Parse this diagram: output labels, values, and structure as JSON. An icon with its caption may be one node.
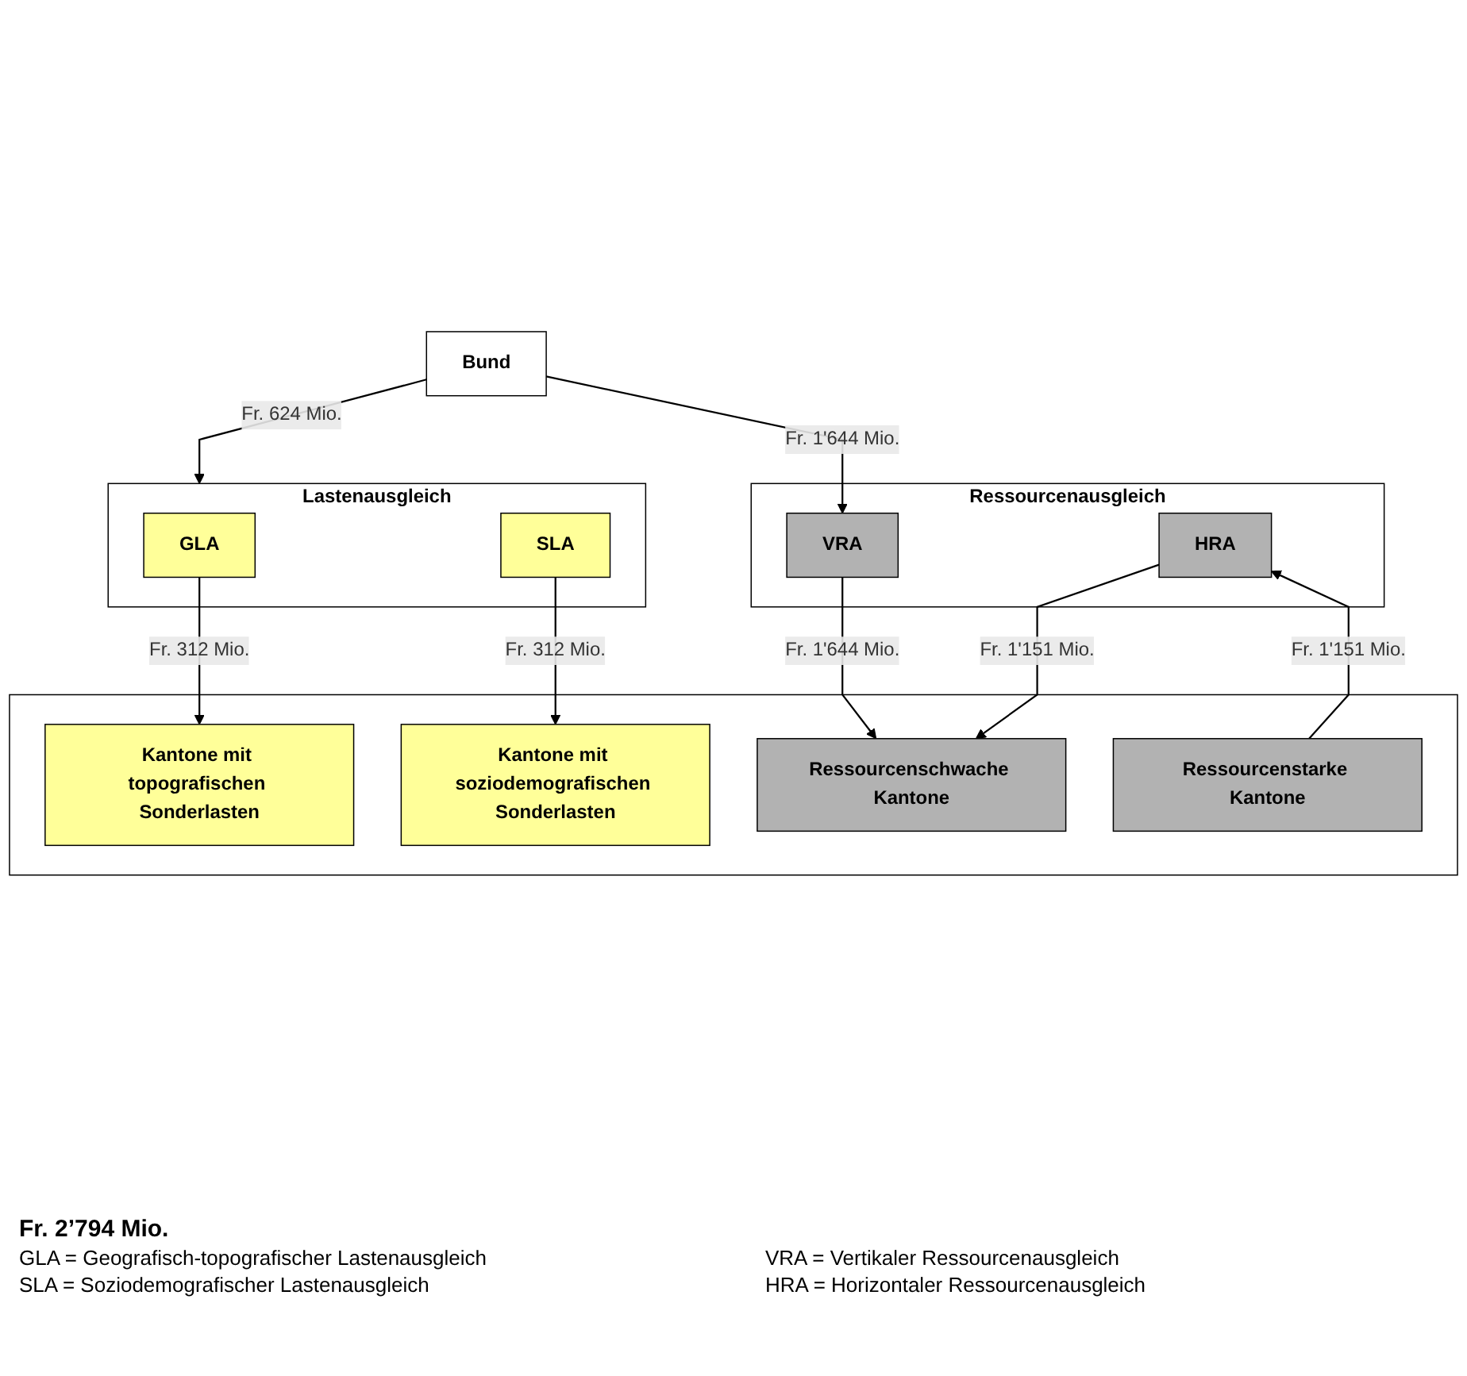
{
  "diagram": {
    "nodes": [
      {
        "text": [
          "Bund"
        ]
      },
      {
        "text": [
          "Lastenausgleich"
        ]
      },
      {
        "text": [
          "GLA"
        ],
        "in": 1
      },
      {
        "text": [
          "SLA"
        ],
        "in": 1
      },
      {
        "text": [
          "Ressourcenausgleich"
        ]
      },
      {
        "text": [
          "VRA"
        ],
        "in": 4
      },
      {
        "text": [
          "HRA"
        ],
        "in": 4
      },
      {
        "text": [],
        "shape": "box"
      },
      {
        "text": [
          "Kantone mit topografischen Sonderlasten"
        ],
        "in": 7
      },
      {
        "text": [
          "Kantone mit soziodemografischen Sonderlasten"
        ],
        "in": 7
      },
      {
        "text": [
          "Ressourcenschwache Kantone"
        ],
        "in": 7
      },
      {
        "text": [
          "Ressourcenstarke Kantone"
        ],
        "in": 7
      }
    ],
    "edges": [
      {
        "from": 0,
        "to": 1,
        "arrow": "to",
        "label": "Fr. 624 Mio."
      },
      {
        "from": 0,
        "to": 5,
        "arrow": "to",
        "label": "Fr. 1'644 Mio."
      },
      {
        "from": 2,
        "to": 8,
        "arrow": "to",
        "label": "Fr. 312 Mio."
      },
      {
        "from": 3,
        "to": 9,
        "arrow": "to",
        "label": "Fr. 312 Mio."
      },
      {
        "from": 5,
        "to": 10,
        "arrow": "to",
        "label": "Fr. 1'644 Mio."
      },
      {
        "from": 6,
        "to": 10,
        "arrow": "to",
        "label": "Fr. 1'151 Mio."
      },
      {
        "from": 11,
        "to": 6,
        "arrow": "to",
        "label": "Fr. 1'151 Mio."
      }
    ],
    "labels": [
      "Fr. 2’794 Mio.",
      "GLA = Geografisch-topografischer Lastenausgleich",
      "VRA = Vertikaler Ressourcenausgleich",
      "SLA = Soziodemografischer Lastenausgleich",
      "HRA = Horizontaler Ressourcenausgleich"
    ]
  }
}
